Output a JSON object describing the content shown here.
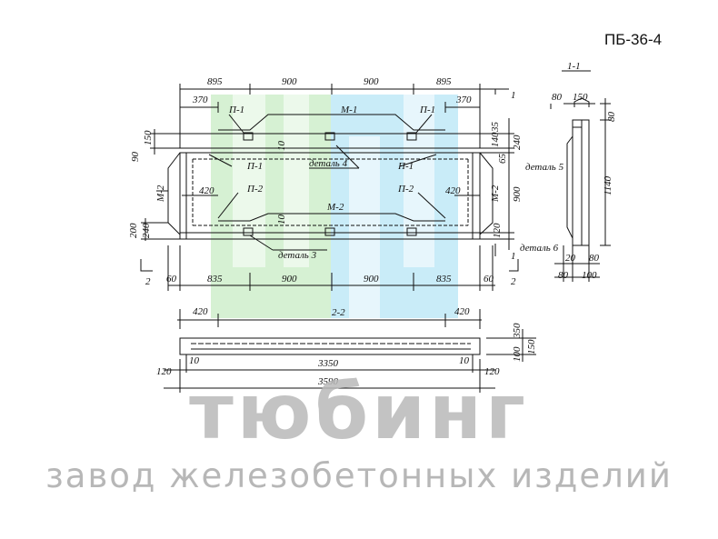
{
  "title": "ПБ-36-4",
  "watermark": {
    "big": "тюбинг",
    "small": "завод железобетонных изделий",
    "logo_colors": [
      "#cdeec9",
      "#bfe8f7"
    ]
  },
  "plan": {
    "top_dims": [
      "895",
      "900",
      "900",
      "895"
    ],
    "top_sub": [
      "370",
      "370"
    ],
    "bottom_dims": [
      "60",
      "835",
      "900",
      "900",
      "835",
      "60"
    ],
    "left_dims": [
      "150",
      "90",
      "200",
      "240"
    ],
    "right_dims": [
      "35",
      "240",
      "140",
      "65",
      "900",
      "120"
    ],
    "mid_dims": [
      "420",
      "420"
    ],
    "small10": [
      "10",
      "10"
    ],
    "labels": {
      "p1a": "П-1",
      "m1": "М-1",
      "p1b": "П-1",
      "p1c": "П-1",
      "p1d": "П-1",
      "p2a": "П-2",
      "p2b": "П-2",
      "m2": "М-2",
      "m2l": "М-2",
      "m2r": "М-2",
      "d4": "деталь 4",
      "d3": "деталь 3",
      "d5": "деталь 5",
      "d6": "деталь 6"
    },
    "section_marks": {
      "s1": "1",
      "s1b": "1",
      "s2": "2",
      "s2b": "2"
    }
  },
  "section11": {
    "label": "1-1",
    "dims": [
      "80",
      "150",
      "80",
      "1140",
      "20",
      "80",
      "80",
      "100"
    ]
  },
  "section22": {
    "label": "2-2",
    "dims": [
      "420",
      "420",
      "350",
      "150",
      "100",
      "120",
      "10",
      "3350",
      "10",
      "120",
      "3590"
    ]
  }
}
